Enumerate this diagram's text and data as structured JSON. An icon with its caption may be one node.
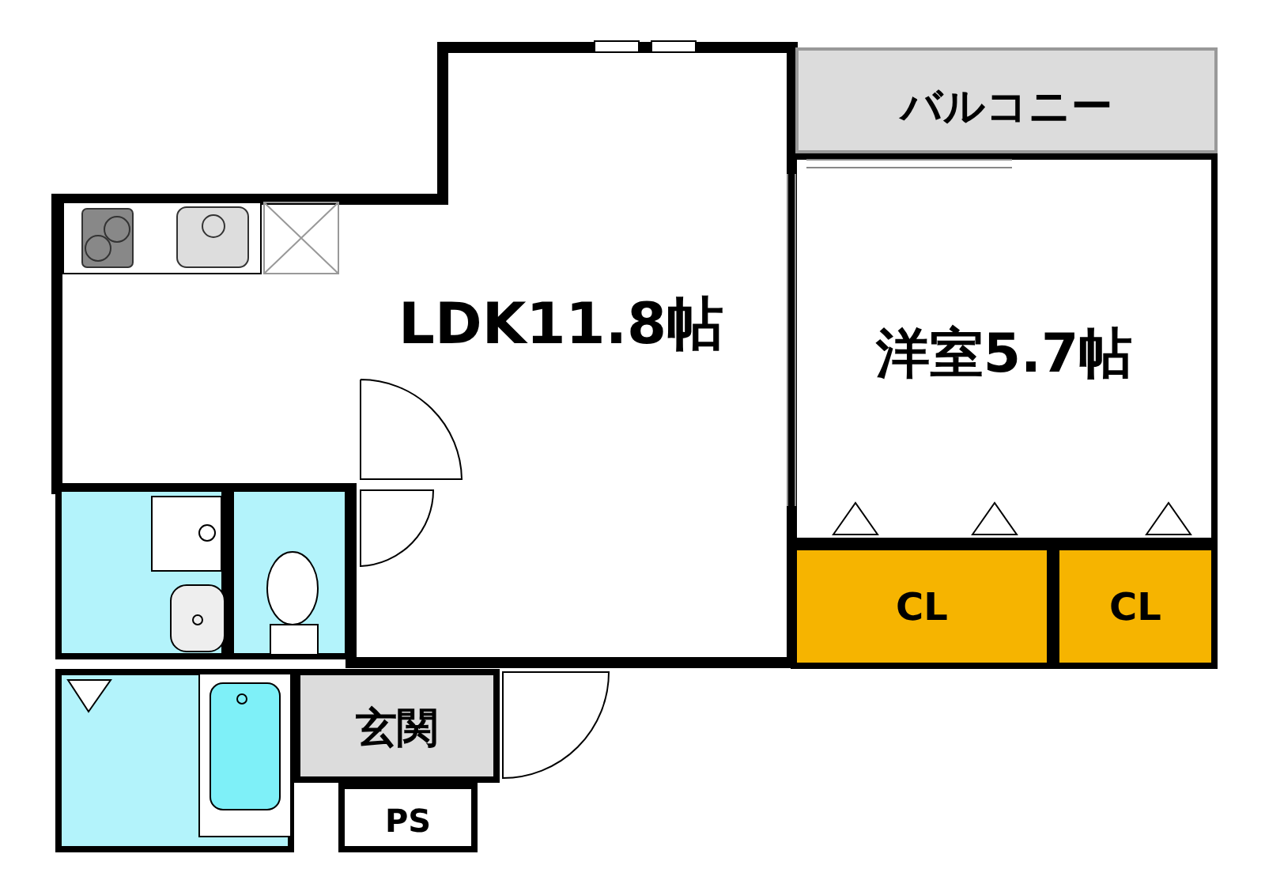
{
  "diagram": {
    "nodes": [
      {
        "text": [
          "バルコニー"
        ]
      },
      {
        "text": [
          "LDK11.8帖"
        ]
      },
      {
        "text": [
          "洋室5.7帖"
        ]
      },
      {
        "text": [
          "CL"
        ]
      },
      {
        "text": [
          "CL"
        ]
      },
      {
        "text": [],
        "shape": "box"
      },
      {
        "text": [],
        "shape": "box"
      },
      {
        "text": [],
        "shape": "box"
      },
      {
        "text": [
          "玄関"
        ]
      },
      {
        "text": [
          "PS"
        ]
      }
    ],
    "edges": []
  }
}
